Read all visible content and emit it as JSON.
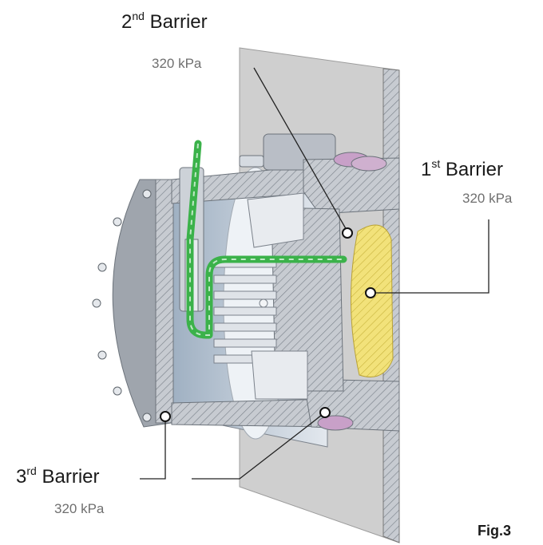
{
  "labels": {
    "second": {
      "ordinal": "2",
      "suffix": "nd",
      "word": "Barrier",
      "pressure": "320 kPa"
    },
    "first": {
      "ordinal": "1",
      "suffix": "st",
      "word": "Barrier",
      "pressure": "320 kPa"
    },
    "third": {
      "ordinal": "3",
      "suffix": "rd",
      "word": "Barrier",
      "pressure": "320 kPa"
    }
  },
  "figure_label": "Fig.3",
  "colors": {
    "metal_light": "#d9dde2",
    "metal_mid": "#b9bec6",
    "metal_dark": "#8d949d",
    "plate": "#c9c9c9",
    "yellow_seal": "#f2e27a",
    "green_cable": "#3bb24a",
    "leader": "#222222"
  }
}
